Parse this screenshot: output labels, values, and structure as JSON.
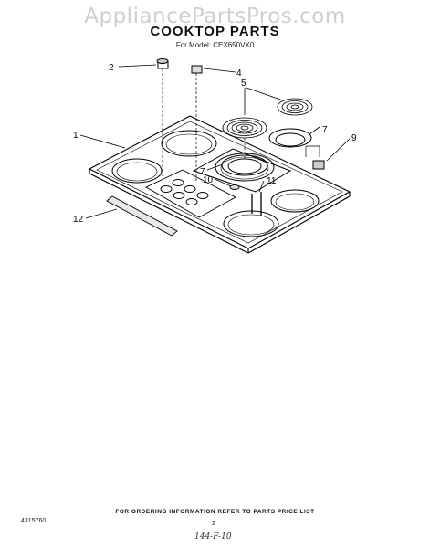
{
  "watermark": "AppliancePartsPros.com",
  "header": {
    "title": "COOKTOP PARTS",
    "model": "For Model: CEX650VX0"
  },
  "callouts": [
    "1",
    "2",
    "4",
    "5",
    "7",
    "7",
    "9",
    "10",
    "11",
    "12"
  ],
  "footer": {
    "ordering_info": "FOR ORDERING INFORMATION REFER TO PARTS PRICE LIST",
    "doc_number": "4315760",
    "page_number": "2",
    "handwritten": "144-F-10"
  }
}
